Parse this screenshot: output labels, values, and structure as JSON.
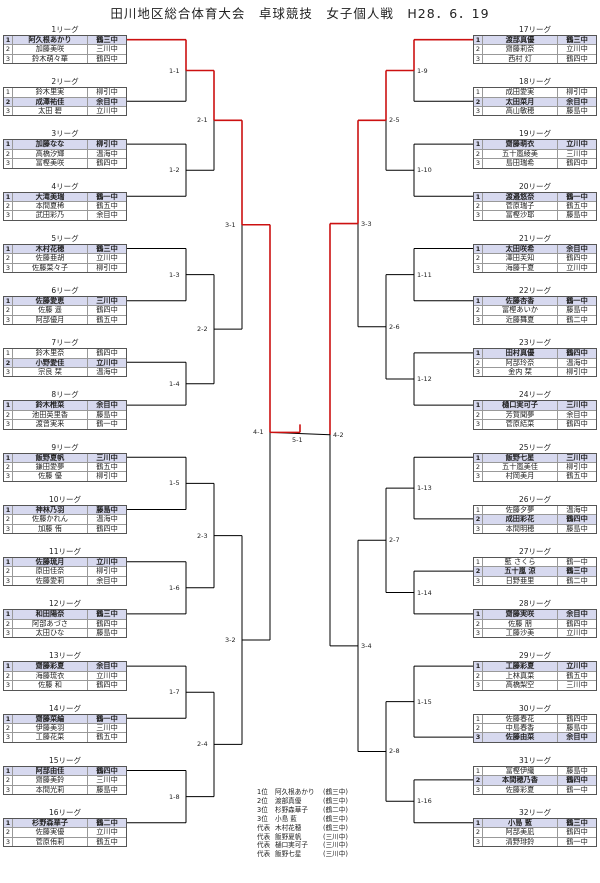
{
  "title": "田川地区総合体育大会　卓球競技　女子個人戦　H28．6．19",
  "colors": {
    "winner_path": "#cc1111",
    "bracket_line": "#000000",
    "winner_row": "#d7d9ef"
  },
  "leagues_left": [
    {
      "title": "1リーグ",
      "rows": [
        {
          "rank": "1",
          "name": "阿久根あかり",
          "school": "鶴三中",
          "win": true
        },
        {
          "rank": "2",
          "name": "加藤美咲",
          "school": "三川中",
          "win": false
        },
        {
          "rank": "3",
          "name": "鈴木萌々華",
          "school": "鶴四中",
          "win": false
        }
      ]
    },
    {
      "title": "2リーグ",
      "rows": [
        {
          "rank": "1",
          "name": "鈴木里実",
          "school": "柳引中",
          "win": false
        },
        {
          "rank": "2",
          "name": "成澤祐佳",
          "school": "余目中",
          "win": true
        },
        {
          "rank": "3",
          "name": "太田 碧",
          "school": "立川中",
          "win": false
        }
      ]
    },
    {
      "title": "3リーグ",
      "rows": [
        {
          "rank": "1",
          "name": "加藤なな",
          "school": "柳引中",
          "win": true
        },
        {
          "rank": "2",
          "name": "高橋汐輝",
          "school": "温海中",
          "win": false
        },
        {
          "rank": "3",
          "name": "富樫美咲",
          "school": "鶴四中",
          "win": false
        }
      ]
    },
    {
      "title": "4リーグ",
      "rows": [
        {
          "rank": "1",
          "name": "大滝美瑞",
          "school": "鶴一中",
          "win": true
        },
        {
          "rank": "2",
          "name": "本間夏稀",
          "school": "鶴五中",
          "win": false
        },
        {
          "rank": "3",
          "name": "武田彩乃",
          "school": "余目中",
          "win": false
        }
      ]
    },
    {
      "title": "5リーグ",
      "rows": [
        {
          "rank": "1",
          "name": "木村花穂",
          "school": "鶴三中",
          "win": true
        },
        {
          "rank": "2",
          "name": "佐藤亜胡",
          "school": "立川中",
          "win": false
        },
        {
          "rank": "3",
          "name": "佐藤菜々子",
          "school": "柳引中",
          "win": false
        }
      ]
    },
    {
      "title": "6リーグ",
      "rows": [
        {
          "rank": "1",
          "name": "佐藤愛恵",
          "school": "三川中",
          "win": true
        },
        {
          "rank": "2",
          "name": "佐藤 遥",
          "school": "鶴四中",
          "win": false
        },
        {
          "rank": "3",
          "name": "阿部優月",
          "school": "鶴五中",
          "win": false
        }
      ]
    },
    {
      "title": "7リーグ",
      "rows": [
        {
          "rank": "1",
          "name": "鈴木里奈",
          "school": "鶴四中",
          "win": false
        },
        {
          "rank": "2",
          "name": "小野愛佳",
          "school": "立川中",
          "win": true
        },
        {
          "rank": "3",
          "name": "宗良 栞",
          "school": "温海中",
          "win": false
        }
      ]
    },
    {
      "title": "8リーグ",
      "rows": [
        {
          "rank": "1",
          "name": "鈴木椎菜",
          "school": "余目中",
          "win": true
        },
        {
          "rank": "2",
          "name": "池田英里香",
          "school": "藤島中",
          "win": false
        },
        {
          "rank": "3",
          "name": "渡曾実来",
          "school": "鶴一中",
          "win": false
        }
      ]
    },
    {
      "title": "9リーグ",
      "rows": [
        {
          "rank": "1",
          "name": "飯野夏帆",
          "school": "三川中",
          "win": true
        },
        {
          "rank": "2",
          "name": "鎌田愛夢",
          "school": "鶴五中",
          "win": false
        },
        {
          "rank": "3",
          "name": "佐藤 優",
          "school": "柳引中",
          "win": false
        }
      ]
    },
    {
      "title": "10リーグ",
      "rows": [
        {
          "rank": "1",
          "name": "神林乃羽",
          "school": "藤島中",
          "win": true
        },
        {
          "rank": "2",
          "name": "佐藤かれん",
          "school": "温海中",
          "win": false
        },
        {
          "rank": "3",
          "name": "加藤 侑",
          "school": "鶴四中",
          "win": false
        }
      ]
    },
    {
      "title": "11リーグ",
      "rows": [
        {
          "rank": "1",
          "name": "佐藤琉月",
          "school": "立川中",
          "win": true
        },
        {
          "rank": "2",
          "name": "原田佳奈",
          "school": "柳引中",
          "win": false
        },
        {
          "rank": "3",
          "name": "佐藤愛莉",
          "school": "余目中",
          "win": false
        }
      ]
    },
    {
      "title": "12リーグ",
      "rows": [
        {
          "rank": "1",
          "name": "和田陽奈",
          "school": "鶴三中",
          "win": true
        },
        {
          "rank": "2",
          "name": "阿部あづさ",
          "school": "鶴四中",
          "win": false
        },
        {
          "rank": "3",
          "name": "太田ひな",
          "school": "藤島中",
          "win": false
        }
      ]
    },
    {
      "title": "13リーグ",
      "rows": [
        {
          "rank": "1",
          "name": "齋藤彩夏",
          "school": "余目中",
          "win": true
        },
        {
          "rank": "2",
          "name": "海藤琉衣",
          "school": "立川中",
          "win": false
        },
        {
          "rank": "3",
          "name": "佐藤 和",
          "school": "鶴四中",
          "win": false
        }
      ]
    },
    {
      "title": "14リーグ",
      "rows": [
        {
          "rank": "1",
          "name": "齋藤菜綸",
          "school": "鶴一中",
          "win": true
        },
        {
          "rank": "2",
          "name": "伊藤美羽",
          "school": "三川中",
          "win": false
        },
        {
          "rank": "3",
          "name": "工藤花菜",
          "school": "鶴五中",
          "win": false
        }
      ]
    },
    {
      "title": "15リーグ",
      "rows": [
        {
          "rank": "1",
          "name": "阿部由佳",
          "school": "鶴四中",
          "win": true
        },
        {
          "rank": "2",
          "name": "齋藤美鈴",
          "school": "三川中",
          "win": false
        },
        {
          "rank": "3",
          "name": "本間光莉",
          "school": "藤島中",
          "win": false
        }
      ]
    },
    {
      "title": "16リーグ",
      "rows": [
        {
          "rank": "1",
          "name": "杉野森華子",
          "school": "鶴二中",
          "win": true
        },
        {
          "rank": "2",
          "name": "佐藤実優",
          "school": "立川中",
          "win": false
        },
        {
          "rank": "3",
          "name": "菅原侑莉",
          "school": "鶴五中",
          "win": false
        }
      ]
    }
  ],
  "leagues_right": [
    {
      "title": "17リーグ",
      "rows": [
        {
          "rank": "1",
          "name": "渡部真優",
          "school": "鶴三中",
          "win": true
        },
        {
          "rank": "2",
          "name": "齋藤莉奈",
          "school": "立川中",
          "win": false
        },
        {
          "rank": "3",
          "name": "西村 灯",
          "school": "鶴四中",
          "win": false
        }
      ]
    },
    {
      "title": "18リーグ",
      "rows": [
        {
          "rank": "1",
          "name": "成田愛実",
          "school": "柳引中",
          "win": false
        },
        {
          "rank": "2",
          "name": "太田菜月",
          "school": "余目中",
          "win": true
        },
        {
          "rank": "3",
          "name": "高山敏穂",
          "school": "藤島中",
          "win": false
        }
      ]
    },
    {
      "title": "19リーグ",
      "rows": [
        {
          "rank": "1",
          "name": "齋藤萌衣",
          "school": "立川中",
          "win": true
        },
        {
          "rank": "2",
          "name": "五十嵐綾美",
          "school": "三川中",
          "win": false
        },
        {
          "rank": "3",
          "name": "島田瑞希",
          "school": "鶴四中",
          "win": false
        }
      ]
    },
    {
      "title": "20リーグ",
      "rows": [
        {
          "rank": "1",
          "name": "渡邉悠奈",
          "school": "鶴一中",
          "win": true
        },
        {
          "rank": "2",
          "name": "菅原瑞子",
          "school": "鶴五中",
          "win": false
        },
        {
          "rank": "3",
          "name": "富樫沙耶",
          "school": "藤島中",
          "win": false
        }
      ]
    },
    {
      "title": "21リーグ",
      "rows": [
        {
          "rank": "1",
          "name": "太田咲希",
          "school": "余目中",
          "win": true
        },
        {
          "rank": "2",
          "name": "澤田芙知",
          "school": "鶴四中",
          "win": false
        },
        {
          "rank": "3",
          "name": "海藤千夏",
          "school": "立川中",
          "win": false
        }
      ]
    },
    {
      "title": "22リーグ",
      "rows": [
        {
          "rank": "1",
          "name": "佐藤杏香",
          "school": "鶴一中",
          "win": true
        },
        {
          "rank": "2",
          "name": "富樫あいか",
          "school": "藤島中",
          "win": false
        },
        {
          "rank": "3",
          "name": "近藤舞夏",
          "school": "鶴二中",
          "win": false
        }
      ]
    },
    {
      "title": "23リーグ",
      "rows": [
        {
          "rank": "1",
          "name": "田村真優",
          "school": "鶴四中",
          "win": true
        },
        {
          "rank": "2",
          "name": "阿部玲奈",
          "school": "温海中",
          "win": false
        },
        {
          "rank": "3",
          "name": "金内 栞",
          "school": "柳引中",
          "win": false
        }
      ]
    },
    {
      "title": "24リーグ",
      "rows": [
        {
          "rank": "1",
          "name": "樋口実可子",
          "school": "三川中",
          "win": true
        },
        {
          "rank": "2",
          "name": "芳賀聞夢",
          "school": "余目中",
          "win": false
        },
        {
          "rank": "3",
          "name": "菅原結菜",
          "school": "鶴四中",
          "win": false
        }
      ]
    },
    {
      "title": "25リーグ",
      "rows": [
        {
          "rank": "1",
          "name": "飯野七星",
          "school": "三川中",
          "win": true
        },
        {
          "rank": "2",
          "name": "五十嵐美佳",
          "school": "柳引中",
          "win": false
        },
        {
          "rank": "3",
          "name": "村岡美月",
          "school": "鶴五中",
          "win": false
        }
      ]
    },
    {
      "title": "26リーグ",
      "rows": [
        {
          "rank": "1",
          "name": "佐藤夕夢",
          "school": "温海中",
          "win": false
        },
        {
          "rank": "2",
          "name": "成田彩花",
          "school": "鶴四中",
          "win": true
        },
        {
          "rank": "3",
          "name": "本間明穂",
          "school": "藤島中",
          "win": false
        }
      ]
    },
    {
      "title": "27リーグ",
      "rows": [
        {
          "rank": "1",
          "name": "藍 さくら",
          "school": "鶴一中",
          "win": false
        },
        {
          "rank": "2",
          "name": "五十嵐 涼",
          "school": "鶴三中",
          "win": true
        },
        {
          "rank": "3",
          "name": "日野亜里",
          "school": "鶴二中",
          "win": false
        }
      ]
    },
    {
      "title": "28リーグ",
      "rows": [
        {
          "rank": "1",
          "name": "齋藤実咲",
          "school": "余目中",
          "win": true
        },
        {
          "rank": "2",
          "name": "佐藤 朋",
          "school": "鶴四中",
          "win": false
        },
        {
          "rank": "3",
          "name": "工藤沙美",
          "school": "立川中",
          "win": false
        }
      ]
    },
    {
      "title": "29リーグ",
      "rows": [
        {
          "rank": "1",
          "name": "工藤彩夏",
          "school": "立川中",
          "win": true
        },
        {
          "rank": "2",
          "name": "上林真菜",
          "school": "鶴五中",
          "win": false
        },
        {
          "rank": "3",
          "name": "高橋梨空",
          "school": "三川中",
          "win": false
        }
      ]
    },
    {
      "title": "30リーグ",
      "rows": [
        {
          "rank": "1",
          "name": "佐藤春花",
          "school": "鶴四中",
          "win": false
        },
        {
          "rank": "2",
          "name": "中島春香",
          "school": "藤島中",
          "win": false
        },
        {
          "rank": "3",
          "name": "佐藤由菜",
          "school": "余目中",
          "win": true
        }
      ]
    },
    {
      "title": "31リーグ",
      "rows": [
        {
          "rank": "1",
          "name": "富樫伊織",
          "school": "藤島中",
          "win": false
        },
        {
          "rank": "2",
          "name": "本間穂乃香",
          "school": "鶴四中",
          "win": true
        },
        {
          "rank": "3",
          "name": "佐藤彩夏",
          "school": "鶴一中",
          "win": false
        }
      ]
    },
    {
      "title": "32リーグ",
      "rows": [
        {
          "rank": "1",
          "name": "小島 藍",
          "school": "鶴三中",
          "win": true
        },
        {
          "rank": "2",
          "name": "阿部美凪",
          "school": "鶴四中",
          "win": false
        },
        {
          "rank": "3",
          "name": "清野琲鈴",
          "school": "鶴一中",
          "win": false
        }
      ]
    }
  ],
  "match_labels": {
    "r1_left": [
      "1-1",
      "1-2",
      "1-3",
      "1-4",
      "1-5",
      "1-6",
      "1-7",
      "1-8"
    ],
    "r1_right": [
      "1-9",
      "1-10",
      "1-11",
      "1-12",
      "1-13",
      "1-14",
      "1-15",
      "1-16"
    ],
    "r2_left": [
      "2-1",
      "2-2",
      "2-3",
      "2-4"
    ],
    "r2_right": [
      "2-5",
      "2-6",
      "2-7",
      "2-8"
    ],
    "r3_left": [
      "3-1",
      "3-2"
    ],
    "r3_right": [
      "3-3",
      "3-4"
    ],
    "r4_left": "4-1",
    "r4_right": "4-2",
    "final": "5-1"
  },
  "results": [
    {
      "place": "1位",
      "name": "阿久根あかり",
      "school": "(鶴三中)"
    },
    {
      "place": "2位",
      "name": "渡部真優",
      "school": "(鶴三中)"
    },
    {
      "place": "3位",
      "name": "杉野森華子",
      "school": "(鶴二中)"
    },
    {
      "place": "3位",
      "name": "小島 藍",
      "school": "(鶴三中)"
    },
    {
      "place": "代表",
      "name": "木村花穂",
      "school": "(鶴三中)"
    },
    {
      "place": "代表",
      "name": "飯野夏帆",
      "school": "(三川中)"
    },
    {
      "place": "代表",
      "name": "樋口実可子",
      "school": "(三川中)"
    },
    {
      "place": "代表",
      "name": "飯野七星",
      "school": "(三川中)"
    }
  ]
}
